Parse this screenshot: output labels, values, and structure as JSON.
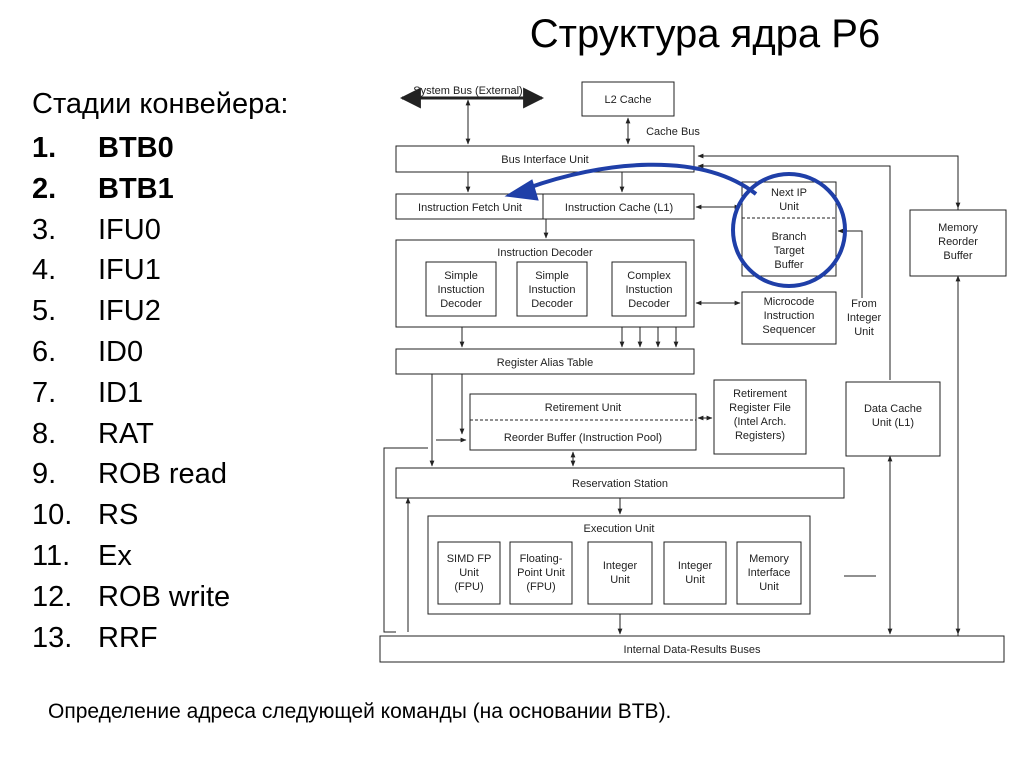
{
  "title": "Структура ядра P6",
  "stages_heading": "Стадии конвейера:",
  "stages": [
    {
      "num": "1.",
      "label": "BTB0",
      "bold": true
    },
    {
      "num": "2.",
      "label": "BTB1",
      "bold": true
    },
    {
      "num": "3.",
      "label": "IFU0",
      "bold": false
    },
    {
      "num": "4.",
      "label": "IFU1",
      "bold": false
    },
    {
      "num": "5.",
      "label": "IFU2",
      "bold": false
    },
    {
      "num": "6.",
      "label": "ID0",
      "bold": false
    },
    {
      "num": "7.",
      "label": "ID1",
      "bold": false
    },
    {
      "num": "8.",
      "label": "RAT",
      "bold": false
    },
    {
      "num": "9.",
      "label": "ROB read",
      "bold": false
    },
    {
      "num": "10.",
      "label": "RS",
      "bold": false
    },
    {
      "num": "11.",
      "label": "Ex",
      "bold": false
    },
    {
      "num": "12.",
      "label": "ROB write",
      "bold": false
    },
    {
      "num": "13.",
      "label": "RRF",
      "bold": false
    }
  ],
  "caption": "Определение адреса следующей команды (на основании BTB).",
  "diagram": {
    "system_bus": "System Bus (External)",
    "l2_cache": "L2 Cache",
    "cache_bus": "Cache Bus",
    "bus_interface_unit": "Bus Interface Unit",
    "instruction_fetch_unit": "Instruction Fetch Unit",
    "instruction_cache": "Instruction Cache (L1)",
    "next_ip": [
      "Next IP",
      "Unit"
    ],
    "branch_target_buffer": [
      "Branch",
      "Target",
      "Buffer"
    ],
    "memory_reorder_buffer": [
      "Memory",
      "Reorder",
      "Buffer"
    ],
    "instruction_decoder": "Instruction Decoder",
    "simple_decoder": [
      "Simple",
      "Instuction",
      "Decoder"
    ],
    "complex_decoder": [
      "Complex",
      "Instuction",
      "Decoder"
    ],
    "microcode_sequencer": [
      "Microcode",
      "Instruction",
      "Sequencer"
    ],
    "from_integer_unit": [
      "From",
      "Integer",
      "Unit"
    ],
    "register_alias_table": "Register Alias Table",
    "retirement_unit": "Retirement Unit",
    "reorder_buffer": "Reorder Buffer (Instruction Pool)",
    "retirement_register_file": [
      "Retirement",
      "Register File",
      "(Intel Arch.",
      "Registers)"
    ],
    "data_cache_unit": [
      "Data Cache",
      "Unit (L1)"
    ],
    "reservation_station": "Reservation Station",
    "execution_unit": "Execution Unit",
    "simd_fp_unit": [
      "SIMD FP",
      "Unit",
      "(FPU)"
    ],
    "floating_point_unit": [
      "Floating-",
      "Point Unit",
      "(FPU)"
    ],
    "integer_unit": [
      "Integer",
      "Unit"
    ],
    "memory_interface_unit": [
      "Memory",
      "Interface",
      "Unit"
    ],
    "internal_buses": "Internal Data-Results Buses",
    "highlight_color": "#1f3fa8"
  }
}
